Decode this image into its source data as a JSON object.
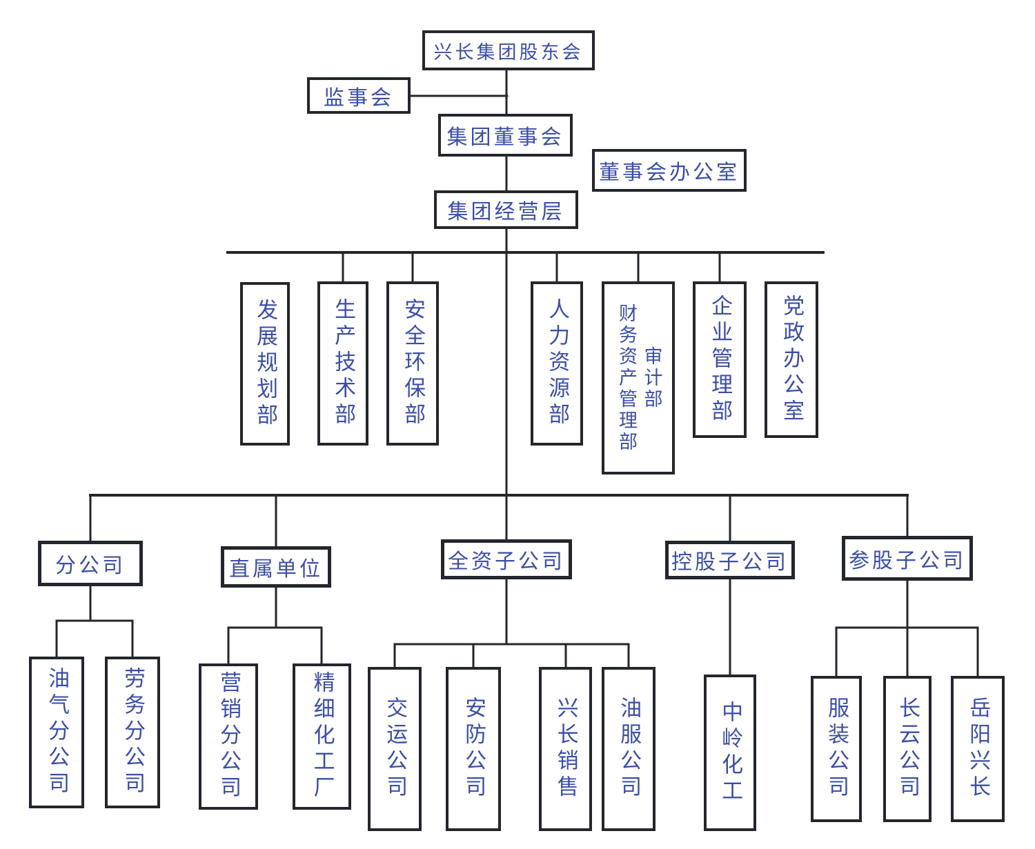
{
  "colors": {
    "text_blue": "#3b4ea6",
    "line_dark": "#23262c",
    "background": "#ffffff"
  },
  "top": {
    "shareholders": "兴长集团股东会",
    "supervisory": "监事会",
    "board": "集团董事会",
    "board_office": "董事会办公室",
    "management": "集团经营层"
  },
  "departments": [
    {
      "label": "发展规划部"
    },
    {
      "label": "生产技术部"
    },
    {
      "label": "安全环保部"
    },
    {
      "label": "人力资源部"
    },
    {
      "label": "审计部\n财务资产管理部"
    },
    {
      "label": "企业管理部"
    },
    {
      "label": "党政办公室"
    }
  ],
  "categories": [
    {
      "label": "分公司",
      "children": [
        {
          "label": "油气分公司"
        },
        {
          "label": "劳务分公司"
        }
      ]
    },
    {
      "label": "直属单位",
      "children": [
        {
          "label": "营销分公司"
        },
        {
          "label": "精细化工厂"
        }
      ]
    },
    {
      "label": "全资子公司",
      "children": [
        {
          "label": "交运公司"
        },
        {
          "label": "安防公司"
        },
        {
          "label": "兴长销售"
        },
        {
          "label": "油服公司"
        }
      ]
    },
    {
      "label": "控股子公司",
      "children": [
        {
          "label": "中岭化工"
        }
      ]
    },
    {
      "label": "参股子公司",
      "children": [
        {
          "label": "服装公司"
        },
        {
          "label": "长云公司"
        },
        {
          "label": "岳阳兴长"
        }
      ]
    }
  ]
}
